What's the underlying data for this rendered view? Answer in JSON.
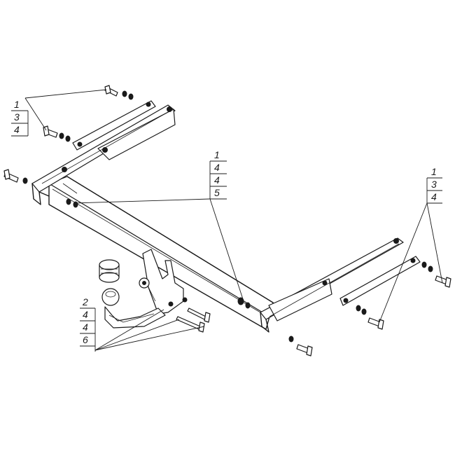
{
  "callouts": [
    {
      "id": "top-left",
      "numbers": [
        "1",
        "3",
        "4"
      ]
    },
    {
      "id": "center",
      "numbers": [
        "1",
        "4",
        "4",
        "5"
      ]
    },
    {
      "id": "right",
      "numbers": [
        "1",
        "3",
        "4"
      ]
    },
    {
      "id": "bottom-left",
      "numbers": [
        "2",
        "4",
        "4",
        "6"
      ]
    }
  ]
}
